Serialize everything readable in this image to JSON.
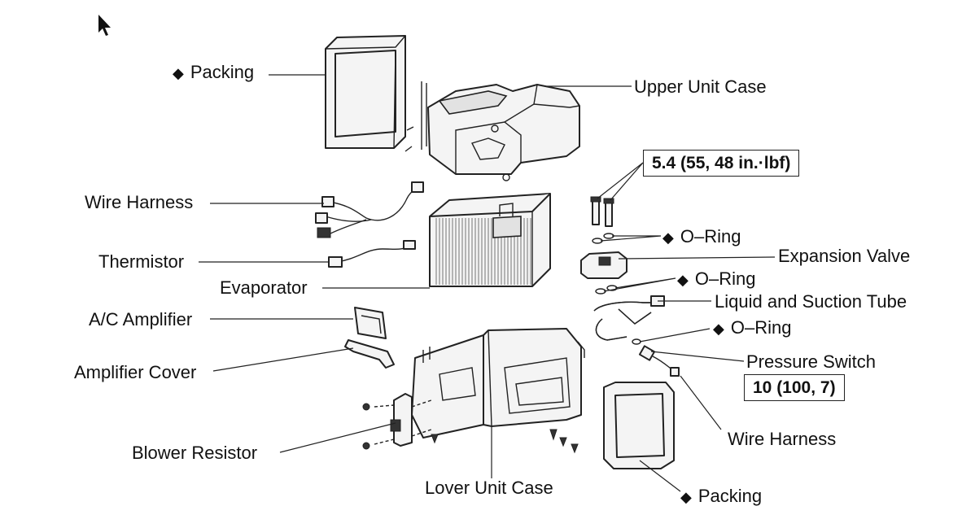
{
  "labels": {
    "packing_top": "Packing",
    "upper_unit_case": "Upper Unit Case",
    "torque_top": "5.4 (55, 48 in.·lbf)",
    "wire_harness_left": "Wire Harness",
    "o_ring_1": "O–Ring",
    "expansion_valve": "Expansion Valve",
    "thermistor": "Thermistor",
    "o_ring_2": "O–Ring",
    "evaporator": "Evaporator",
    "liquid_suction_tube": "Liquid and Suction Tube",
    "ac_amplifier": "A/C Amplifier",
    "o_ring_3": "O–Ring",
    "pressure_switch": "Pressure Switch",
    "amplifier_cover": "Amplifier Cover",
    "torque_bottom": "10 (100, 7)",
    "wire_harness_right": "Wire Harness",
    "blower_resistor": "Blower Resistor",
    "lower_unit_case": "Lover Unit Case",
    "packing_bottom": "Packing"
  },
  "marker_symbol": "◆",
  "icons": {
    "cursor": "mouse-pointer-icon"
  }
}
